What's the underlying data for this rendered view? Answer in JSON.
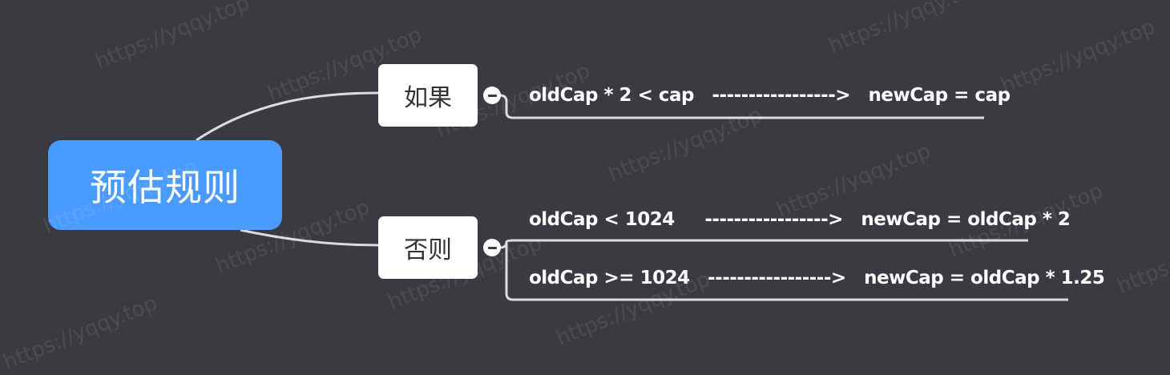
{
  "mindmap": {
    "root": {
      "label": "预估规则"
    },
    "branches": [
      {
        "label": "如果",
        "leaves": [
          {
            "text": "oldCap * 2 < cap   ----------------->   newCap = cap"
          }
        ]
      },
      {
        "label": "否则",
        "leaves": [
          {
            "text": "oldCap < 1024     ----------------->   newCap = oldCap * 2"
          },
          {
            "text": "oldCap >= 1024   ----------------->   newCap = oldCap * 1.25"
          }
        ]
      }
    ]
  },
  "watermark": {
    "text": "https://yqqy.top"
  },
  "colors": {
    "background": "#393b40",
    "root_fill": "#4a9bff",
    "branch_fill": "#ffffff",
    "connector": "#dcdcdc"
  }
}
